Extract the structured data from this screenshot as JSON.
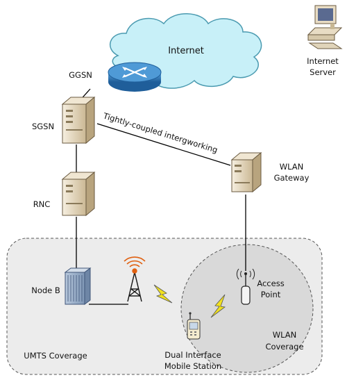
{
  "labels": {
    "internet": "Internet",
    "internet_server_l1": "Internet",
    "internet_server_l2": "Server",
    "ggsn": "GGSN",
    "sgsn": "SGSN",
    "rnc": "RNC",
    "node_b": "Node B",
    "wlan_gateway_l1": "WLAN",
    "wlan_gateway_l2": "Gateway",
    "access_point_l1": "Access",
    "access_point_l2": "Point",
    "wlan_coverage_l1": "WLAN",
    "wlan_coverage_l2": "Coverage",
    "umts_coverage": "UMTS Coverage",
    "mobile_station_l1": "Dual Interface",
    "mobile_station_l2": "Mobile Station",
    "interworking_link": "Tightly-coupled intergworking"
  },
  "colors": {
    "cloud_fill": "#c8f0f8",
    "cloud_stroke": "#4a9ab0",
    "router": "#2f7fc1",
    "server_body": "#e8dcc4",
    "wlan_coverage": "#d9d9d9",
    "umts_region": "#ececec",
    "lightning": "#f0e020",
    "tower": "#e06010"
  },
  "icons": [
    "cloud-icon",
    "router-icon",
    "server-icon",
    "workstation-icon",
    "node-b-icon",
    "tower-icon",
    "lightning-icon",
    "access-point-icon",
    "mobile-phone-icon"
  ]
}
